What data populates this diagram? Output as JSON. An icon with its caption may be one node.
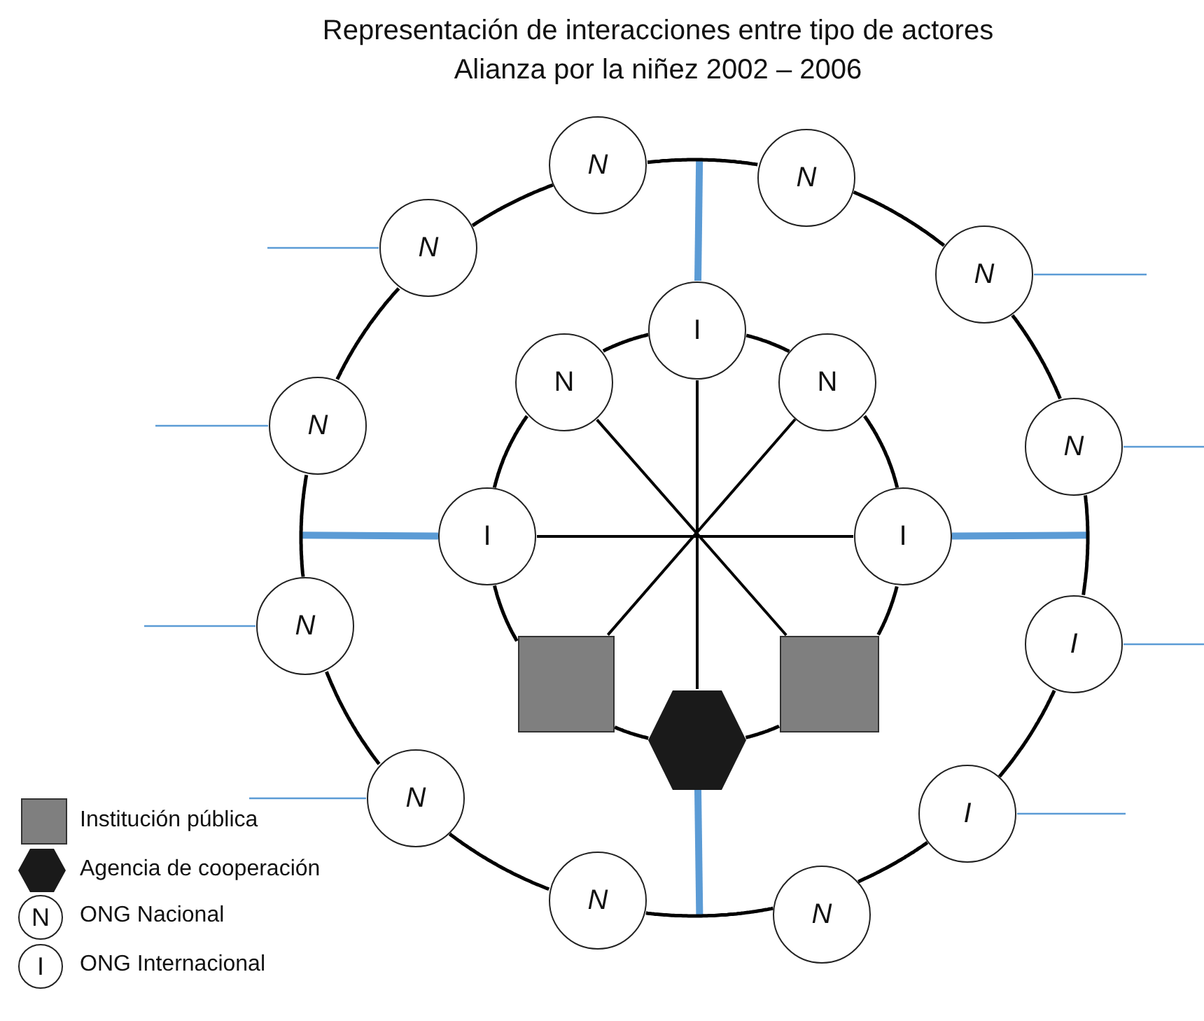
{
  "diagram": {
    "title": "Representación de interacciones entre tipo de actores Alianza por la niñez 2002 – 2006",
    "nodes": [
      {
        "text": [
          "N"
        ]
      },
      {
        "text": [
          "N"
        ]
      },
      {
        "text": [
          "N"
        ]
      },
      {
        "text": [
          "N"
        ]
      },
      {
        "text": [
          "I"
        ]
      },
      {
        "text": [
          "N"
        ]
      },
      {
        "text": [
          "N"
        ]
      },
      {
        "text": [
          "N"
        ]
      },
      {
        "text": [
          "N"
        ]
      },
      {
        "text": [
          "I"
        ]
      },
      {
        "text": [
          "I"
        ]
      },
      {
        "text": [
          "N"
        ]
      },
      {
        "text": [
          "I"
        ]
      },
      {
        "text": [],
        "shape": "box"
      },
      {
        "text": [],
        "shape": "box"
      },
      {
        "text": [],
        "shape": "hexagon"
      },
      {
        "text": [
          "N"
        ]
      },
      {
        "text": [
          "I"
        ]
      },
      {
        "text": [
          "N"
        ]
      },
      {
        "text": [
          "N"
        ]
      }
    ],
    "edges": [
      {
        "from": 9,
        "to": 10,
        "arrow": "none",
        "color": "#000000"
      },
      {
        "from": 5,
        "to": 14,
        "arrow": "none",
        "color": "#000000"
      },
      {
        "from": 6,
        "to": 13,
        "arrow": "none",
        "color": "#000000"
      },
      {
        "from": 4,
        "to": 15,
        "arrow": "none",
        "color": "#000000"
      },
      {
        "from": 4,
        "to": null,
        "arrow": "none",
        "style": "thick",
        "color": "#5b9bd5"
      },
      {
        "from": 9,
        "to": null,
        "arrow": "none",
        "style": "thick",
        "color": "#5b9bd5"
      },
      {
        "from": 10,
        "to": null,
        "arrow": "none",
        "style": "thick",
        "color": "#5b9bd5"
      },
      {
        "from": 15,
        "to": null,
        "arrow": "none",
        "style": "thick",
        "color": "#5b9bd5"
      },
      {
        "from": 2,
        "to": null,
        "arrow": "none",
        "color": "#5b9bd5"
      },
      {
        "from": 7,
        "to": null,
        "arrow": "none",
        "color": "#5b9bd5"
      },
      {
        "from": 11,
        "to": null,
        "arrow": "none",
        "color": "#5b9bd5"
      },
      {
        "from": 16,
        "to": null,
        "arrow": "none",
        "color": "#5b9bd5"
      },
      {
        "from": 3,
        "to": null,
        "arrow": "none",
        "color": "#5b9bd5"
      },
      {
        "from": 8,
        "to": null,
        "arrow": "none",
        "color": "#5b9bd5"
      },
      {
        "from": 12,
        "to": null,
        "arrow": "none",
        "color": "#5b9bd5"
      },
      {
        "from": 17,
        "to": null,
        "arrow": "none",
        "color": "#5b9bd5"
      },
      {
        "from": 0,
        "to": 1,
        "arrow": "none",
        "color": "#000000"
      },
      {
        "from": 1,
        "to": 3,
        "arrow": "none",
        "color": "#000000"
      },
      {
        "from": 3,
        "to": 8,
        "arrow": "none",
        "color": "#000000"
      },
      {
        "from": 8,
        "to": 12,
        "arrow": "none",
        "color": "#000000"
      },
      {
        "from": 12,
        "to": 17,
        "arrow": "none",
        "color": "#000000"
      },
      {
        "from": 17,
        "to": 19,
        "arrow": "none",
        "color": "#000000"
      },
      {
        "from": 19,
        "to": 18,
        "arrow": "none",
        "color": "#000000"
      },
      {
        "from": 18,
        "to": 16,
        "arrow": "none",
        "color": "#000000"
      },
      {
        "from": 16,
        "to": 11,
        "arrow": "none",
        "color": "#000000"
      },
      {
        "from": 11,
        "to": 7,
        "arrow": "none",
        "color": "#000000"
      },
      {
        "from": 7,
        "to": 2,
        "arrow": "none",
        "color": "#000000"
      },
      {
        "from": 2,
        "to": 0,
        "arrow": "none",
        "color": "#000000"
      },
      {
        "from": 4,
        "to": 6,
        "arrow": "none",
        "color": "#000000"
      },
      {
        "from": 6,
        "to": 10,
        "arrow": "none",
        "color": "#000000"
      },
      {
        "from": 10,
        "to": 14,
        "arrow": "none",
        "color": "#000000"
      },
      {
        "from": 14,
        "to": 15,
        "arrow": "none",
        "color": "#000000"
      },
      {
        "from": 15,
        "to": 13,
        "arrow": "none",
        "color": "#000000"
      },
      {
        "from": 13,
        "to": 9,
        "arrow": "none",
        "color": "#000000"
      },
      {
        "from": 9,
        "to": 5,
        "arrow": "none",
        "color": "#000000"
      },
      {
        "from": 5,
        "to": 4,
        "arrow": "none",
        "color": "#000000"
      }
    ],
    "labels": [
      "N",
      "I"
    ],
    "legend": [
      {
        "text": "Institución pública",
        "color": "#7f7f7f"
      },
      {
        "text": "Agencia de cooperación"
      },
      {
        "text": "ONG Nacional"
      },
      {
        "text": "ONG Internacional"
      }
    ]
  }
}
